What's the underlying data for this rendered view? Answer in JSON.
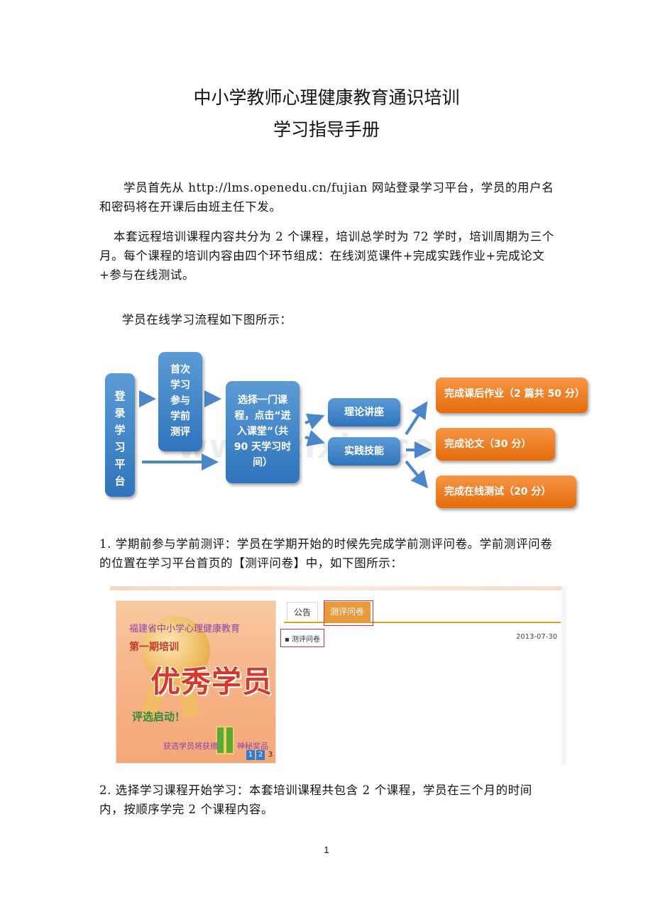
{
  "doc": {
    "title_line1": "中小学教师心理健康教育通识培训",
    "title_line2": "学习指导手册",
    "para1": "学员首先从 http://lms.openedu.cn/fujian 网站登录学习平台，学员的用户名和密码将在开课后由班主任下发。",
    "para2": "本套远程培训课程内容共分为 2 个课程，培训总学时为 72 学时，培训周期为三个月。每个课程的培训内容由四个环节组成：在线浏览课件+完成实践作业+完成论文+参与在线测试。",
    "para3": "学员在线学习流程如下图所示：",
    "para4": "1. 学期前参与学前测评：学员在学期开始的时候先完成学前测评问卷。学前测评问卷的位置在学习平台首页的【测评问卷】中，如下图所示：",
    "para5": "2. 选择学习课程开始学习：本套培训课程共包含 2 个课程，学员在三个月的时间内，按顺序学完 2 个课程内容。",
    "page_number": "1"
  },
  "flowchart": {
    "box_login": "登录学习平台",
    "box_pretest": "首次学习参与学前测评",
    "box_select": "选择一门课程，点击“进入课堂”（共 90 天学习时间）",
    "box_theory": "理论讲座",
    "box_practice": "实践技能",
    "box_homework": "完成课后作业（2 篇共 50 分）",
    "box_paper": "完成论文（30 分）",
    "box_test": "完成在线测试（20 分）",
    "watermark": "www.zixin.com.cn",
    "colors": {
      "blue": "#2f74bd",
      "orange": "#e46c0a"
    }
  },
  "screenshot": {
    "banner": {
      "line1": "福建省中小学心理健康教育",
      "line2": "第一期培训",
      "headline": "优秀学员",
      "line3": "评选启动！",
      "line4": "获选学员将获赠",
      "line5": "神秘奖品",
      "pager": [
        "1",
        "2",
        "3"
      ]
    },
    "tabs": {
      "tab1": "公告",
      "tab2": "测评问卷"
    },
    "list": {
      "item": "测评问卷",
      "date": "2013-07-30"
    }
  }
}
